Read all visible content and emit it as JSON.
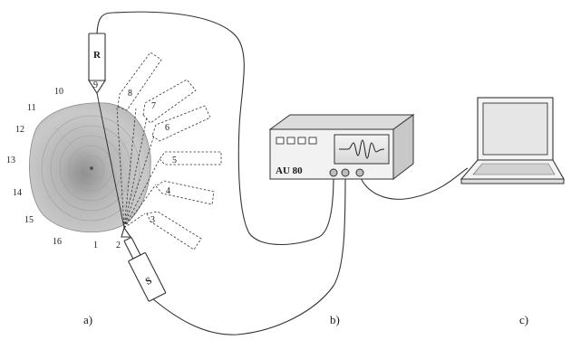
{
  "panels": {
    "a": "a)",
    "b": "b)",
    "c": "c)"
  },
  "probes": {
    "receiver": "R",
    "sender": "S"
  },
  "positions": [
    "1",
    "2",
    "3",
    "4",
    "5",
    "6",
    "7",
    "8",
    "9",
    "10",
    "11",
    "12",
    "13",
    "14",
    "15",
    "16"
  ],
  "device": {
    "model": "AU 80"
  }
}
